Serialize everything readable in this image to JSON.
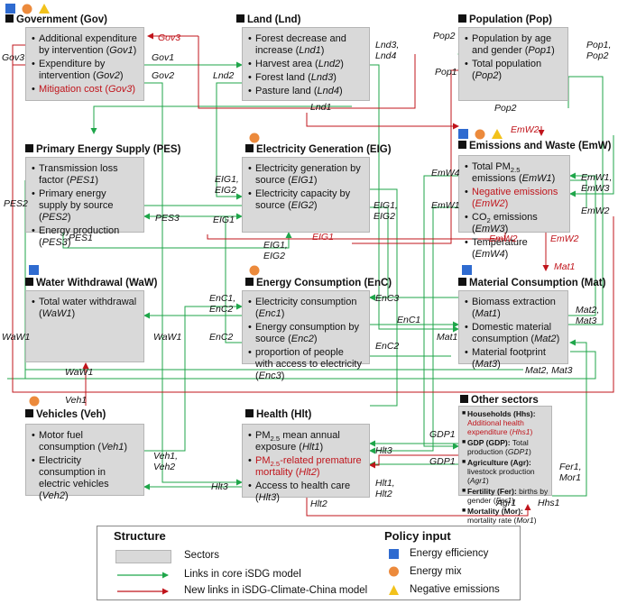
{
  "sectors": {
    "gov": {
      "title": "Government (Gov)",
      "items": [
        [
          {
            "t": "Additional expenditure by intervention ("
          },
          {
            "t": "Gov1",
            "i": true
          },
          {
            "t": ")"
          }
        ],
        [
          {
            "t": "Expenditure by intervention ("
          },
          {
            "t": "Gov2",
            "i": true
          },
          {
            "t": ")"
          }
        ],
        [
          {
            "t": "Mitigation cost (",
            "r": true
          },
          {
            "t": "Gov3",
            "i": true,
            "r": true
          },
          {
            "t": ")",
            "r": true
          }
        ]
      ]
    },
    "lnd": {
      "title": "Land (Lnd)",
      "items": [
        [
          {
            "t": "Forest decrease and increase ("
          },
          {
            "t": "Lnd1",
            "i": true
          },
          {
            "t": ")"
          }
        ],
        [
          {
            "t": "Harvest area ("
          },
          {
            "t": "Lnd2",
            "i": true
          },
          {
            "t": ")"
          }
        ],
        [
          {
            "t": "Forest land ("
          },
          {
            "t": "Lnd3",
            "i": true
          },
          {
            "t": ")"
          }
        ],
        [
          {
            "t": "Pasture land ("
          },
          {
            "t": "Lnd4",
            "i": true
          },
          {
            "t": ")"
          }
        ]
      ]
    },
    "pop": {
      "title": "Population (Pop)",
      "items": [
        [
          {
            "t": "Population by age and gender ("
          },
          {
            "t": "Pop1",
            "i": true
          },
          {
            "t": ")"
          }
        ],
        [
          {
            "t": "Total population ("
          },
          {
            "t": "Pop2",
            "i": true
          },
          {
            "t": ")"
          }
        ]
      ]
    },
    "pes": {
      "title": "Primary Energy Supply (PES)",
      "items": [
        [
          {
            "t": "Transmission loss factor ("
          },
          {
            "t": "PES1",
            "i": true
          },
          {
            "t": ")"
          }
        ],
        [
          {
            "t": "Primary energy supply by source ("
          },
          {
            "t": "PES2",
            "i": true
          },
          {
            "t": ")"
          }
        ],
        [
          {
            "t": "Energy production ("
          },
          {
            "t": "PES3",
            "i": true
          },
          {
            "t": ")"
          }
        ]
      ]
    },
    "eig": {
      "title": "Electricity Generation (EIG)",
      "items": [
        [
          {
            "t": "Electricity generation by source ("
          },
          {
            "t": "EIG1",
            "i": true
          },
          {
            "t": ")"
          }
        ],
        [
          {
            "t": "Electricity capacity by source ("
          },
          {
            "t": "EIG2",
            "i": true
          },
          {
            "t": ")"
          }
        ]
      ]
    },
    "emw": {
      "title": "Emissions and Waste (EmW)",
      "items": [
        [
          {
            "t": "Total PM"
          },
          {
            "t": "2.5",
            "s": true
          },
          {
            "t": " emissions ("
          },
          {
            "t": "EmW1",
            "i": true
          },
          {
            "t": ")"
          }
        ],
        [
          {
            "t": "Negative emissions (",
            "r": true
          },
          {
            "t": "EmW2",
            "i": true,
            "r": true
          },
          {
            "t": ")",
            "r": true
          }
        ],
        [
          {
            "t": "CO"
          },
          {
            "t": "2",
            "s": true
          },
          {
            "t": " emissions ("
          },
          {
            "t": "EmW3",
            "i": true
          },
          {
            "t": ")"
          }
        ],
        [
          {
            "t": "Temperature ("
          },
          {
            "t": "EmW4",
            "i": true
          },
          {
            "t": ")"
          }
        ]
      ]
    },
    "waw": {
      "title": "Water Withdrawal (WaW)",
      "items": [
        [
          {
            "t": "Total water withdrawal ("
          },
          {
            "t": "WaW1",
            "i": true
          },
          {
            "t": ")"
          }
        ]
      ]
    },
    "enc": {
      "title": "Energy Consumption (EnC)",
      "items": [
        [
          {
            "t": "Electricity consumption ("
          },
          {
            "t": "Enc1",
            "i": true
          },
          {
            "t": ")"
          }
        ],
        [
          {
            "t": "Energy consumption by source ("
          },
          {
            "t": "Enc2",
            "i": true
          },
          {
            "t": ")"
          }
        ],
        [
          {
            "t": "proportion of people with access to electricity ("
          },
          {
            "t": "Enc3",
            "i": true
          },
          {
            "t": ")"
          }
        ]
      ]
    },
    "mat": {
      "title": "Material Consumption (Mat)",
      "items": [
        [
          {
            "t": "Biomass extraction ("
          },
          {
            "t": "Mat1",
            "i": true
          },
          {
            "t": ")"
          }
        ],
        [
          {
            "t": "Domestic material consumption ("
          },
          {
            "t": "Mat2",
            "i": true
          },
          {
            "t": ")"
          }
        ],
        [
          {
            "t": "Material footprint ("
          },
          {
            "t": "Mat3",
            "i": true
          },
          {
            "t": ")"
          }
        ]
      ]
    },
    "veh": {
      "title": "Vehicles (Veh)",
      "items": [
        [
          {
            "t": "Motor fuel consumption ("
          },
          {
            "t": "Veh1",
            "i": true
          },
          {
            "t": ")"
          }
        ],
        [
          {
            "t": "Electricity consumption in electric vehicles ("
          },
          {
            "t": "Veh2",
            "i": true
          },
          {
            "t": ")"
          }
        ]
      ]
    },
    "hlt": {
      "title": "Health (Hlt)",
      "items": [
        [
          {
            "t": "PM"
          },
          {
            "t": "2.5",
            "s": true
          },
          {
            "t": " mean annual exposure ("
          },
          {
            "t": "Hlt1",
            "i": true
          },
          {
            "t": ")"
          }
        ],
        [
          {
            "t": "PM",
            "r": true
          },
          {
            "t": "2.5",
            "s": true,
            "r": true
          },
          {
            "t": "-related premature mortality (",
            "r": true
          },
          {
            "t": "Hlt2",
            "i": true,
            "r": true
          },
          {
            "t": ")",
            "r": true
          }
        ],
        [
          {
            "t": "Access to health care ("
          },
          {
            "t": "Hlt3",
            "i": true
          },
          {
            "t": ")"
          }
        ]
      ]
    },
    "os": {
      "title": "Other sectors",
      "items": [
        [
          {
            "t": "Households (Hhs):",
            "b": true
          },
          {
            "t": " "
          },
          {
            "t": "Additional health expenditure (",
            "r": true
          },
          {
            "t": "Hhs1",
            "i": true,
            "r": true
          },
          {
            "t": ")",
            "r": true
          }
        ],
        [
          {
            "t": "GDP (GDP):",
            "b": true
          },
          {
            "t": " Total production ("
          },
          {
            "t": "GDP1",
            "i": true
          },
          {
            "t": ")"
          }
        ],
        [
          {
            "t": "Agriculture (Agr):",
            "b": true
          },
          {
            "t": " livestock production ("
          },
          {
            "t": "Agr1",
            "i": true
          },
          {
            "t": ")"
          }
        ],
        [
          {
            "t": "Fertility (Fer):",
            "b": true
          },
          {
            "t": " births by gender ("
          },
          {
            "t": "Fer1",
            "i": true
          },
          {
            "t": ")"
          }
        ],
        [
          {
            "t": "Mortality (Mor):",
            "b": true
          },
          {
            "t": " mortality rate ("
          },
          {
            "t": "Mor1",
            "i": true
          },
          {
            "t": ")"
          }
        ]
      ]
    }
  },
  "labels": {
    "gov3_out": "Gov3",
    "gov3_in": "Gov3",
    "gov1": "Gov1",
    "gov2": "Gov2",
    "lnd2": "Lnd2",
    "lnd34_a": "Lnd3,",
    "lnd34_b": "Lnd4",
    "lnd1": "Lnd1",
    "pop2_top": "Pop2",
    "pop1_left": "Pop1",
    "pop12_a": "Pop1,",
    "pop12_b": "Pop2",
    "pop2_bot": "Pop2",
    "emw2_top": "EmW2",
    "pes2": "PES2",
    "pes3": "PES3",
    "pes1": "PES1",
    "eig12_a": "EIG1,",
    "eig12_b": "EIG2",
    "eig1_a": "EIG1",
    "eig12r_a": "EIG1,",
    "eig12r_b": "EIG2",
    "eig1_b": "EIG1",
    "eig12c_a": "EIG1,",
    "eig12c_b": "EIG2",
    "emw4": "EmW4",
    "emw1_l": "EmW1",
    "emw13_a": "EmW1,",
    "emw13_b": "EmW3",
    "emw2_r": "EmW2",
    "emw2_b1": "EmW2",
    "emw2_b2": "EmW2",
    "waw1_l": "WaW1",
    "waw1_r": "WaW1",
    "waw1_b": "WaW1",
    "enc12_a": "EnC1,",
    "enc12_b": "EnC2",
    "enc2_l": "EnC2",
    "enc3": "EnC3",
    "enc1": "EnC1",
    "enc2_r": "EnC2",
    "mat1_top": "Mat1",
    "mat1_l": "Mat1",
    "mat23_a": "Mat2,",
    "mat23_b": "Mat3",
    "mat23_bot": "Mat2, Mat3",
    "veh1": "Veh1",
    "veh12_a": "Veh1,",
    "veh12_b": "Veh2",
    "hlt3_l": "Hlt3",
    "hlt3_r": "Hlt3",
    "hlt12_a": "Hlt1,",
    "hlt12_b": "Hlt2",
    "hlt2_b": "Hlt2",
    "gdp1_a": "GDP1",
    "gdp1_b": "GDP1",
    "fer_a": "Fer1,",
    "fer_b": "Mor1",
    "agr1": "Agr1",
    "hhs1": "Hhs1"
  },
  "colors": {
    "green": "#1fa64a",
    "red": "#c0141b",
    "sector_fill": "#d9d9d9",
    "blue": "#2f6bd0",
    "orange": "#ec8a3c",
    "yellow": "#f2c21b"
  },
  "legend": {
    "structure_title": "Structure",
    "sectors": "Sectors",
    "core": "Links in core iSDG model",
    "new": "New links in iSDG-Climate-China model",
    "policy_title": "Policy input",
    "eff": "Energy efficiency",
    "mix": "Energy mix",
    "neg": "Negative emissions"
  },
  "icons": {
    "gov": [
      "square",
      "circle",
      "triangle"
    ],
    "eig": [
      "circle"
    ],
    "emw": [
      "square",
      "circle",
      "triangle"
    ],
    "waw": [
      "square"
    ],
    "enc": [
      "circle"
    ],
    "mat": [
      "square"
    ],
    "veh": [
      "circle"
    ]
  }
}
